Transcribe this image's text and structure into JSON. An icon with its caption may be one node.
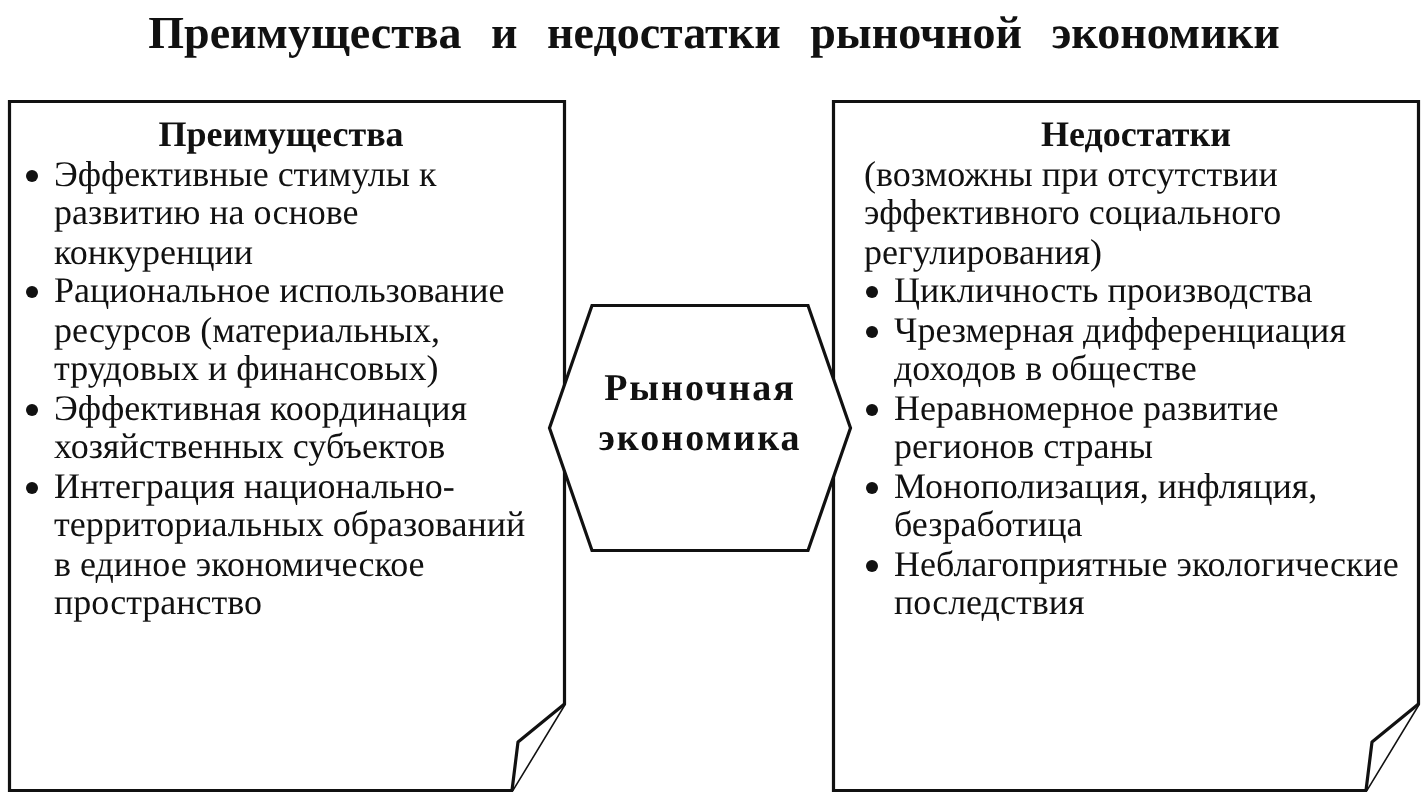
{
  "diagram": {
    "title": "Преимущества и недостатки рыночной экономики",
    "nodes": [
      {
        "text": [
          "Преимущества",
          "Эффективные стимулы к развитию на основе конкуренции",
          "Рациональное использование ресурсов (материальных, трудовых и финансовых)",
          "Эффективная координация хозяйственных субъектов",
          "Интеграция национально-территориальных образований в единое экономическое пространство"
        ]
      },
      {
        "text": [
          "Рыночная экономика"
        ]
      },
      {
        "text": [
          "Недостатки",
          "(возможны при отсутствии эффективного социального регулирования)",
          "Цикличность производства",
          "Чрезмерная дифференциация доходов в обществе",
          "Неравномерное развитие регионов страны",
          "Монополизация, инфляция, безработица",
          "Неблагоприятные экологические последствия"
        ]
      }
    ]
  }
}
